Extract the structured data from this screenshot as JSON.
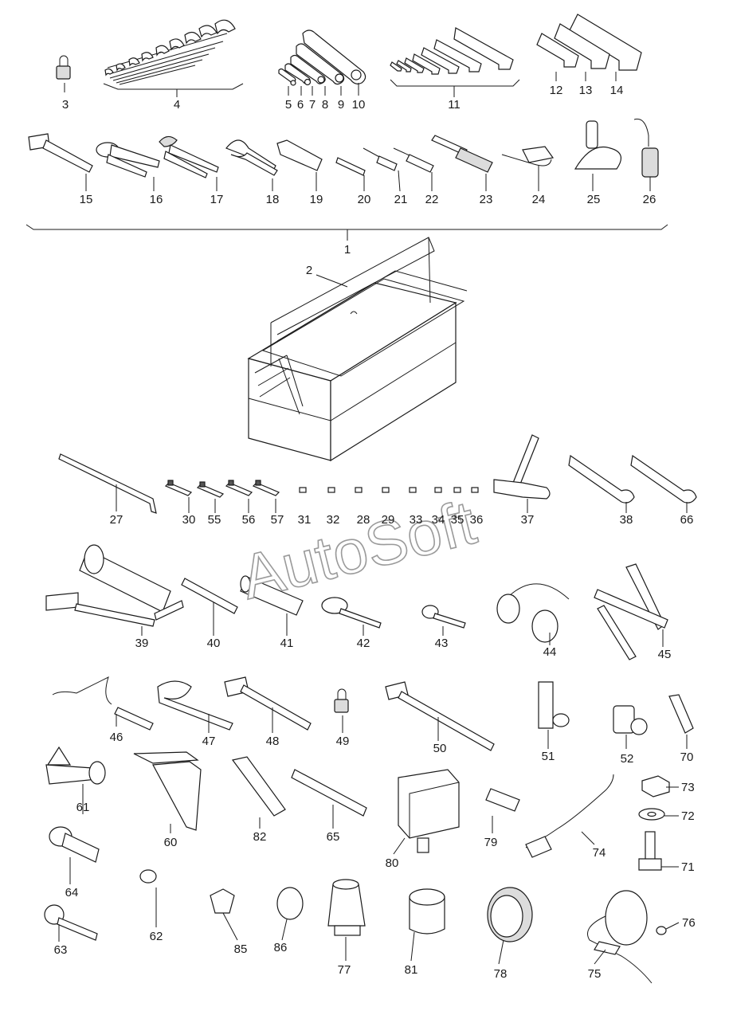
{
  "diagram": {
    "watermark": "AutoSoft",
    "callouts": [
      "1",
      "2",
      "3",
      "4",
      "5",
      "6",
      "7",
      "8",
      "9",
      "10",
      "11",
      "12",
      "13",
      "14",
      "15",
      "16",
      "17",
      "18",
      "19",
      "20",
      "21",
      "22",
      "23",
      "24",
      "25",
      "26",
      "27",
      "28",
      "29",
      "30",
      "31",
      "32",
      "33",
      "34",
      "35",
      "36",
      "37",
      "38",
      "39",
      "40",
      "41",
      "42",
      "43",
      "44",
      "45",
      "46",
      "47",
      "48",
      "49",
      "50",
      "51",
      "52",
      "55",
      "56",
      "57",
      "60",
      "61",
      "62",
      "63",
      "64",
      "65",
      "66",
      "70",
      "71",
      "72",
      "73",
      "74",
      "75",
      "76",
      "77",
      "78",
      "79",
      "80",
      "81",
      "82",
      "85",
      "86"
    ]
  }
}
